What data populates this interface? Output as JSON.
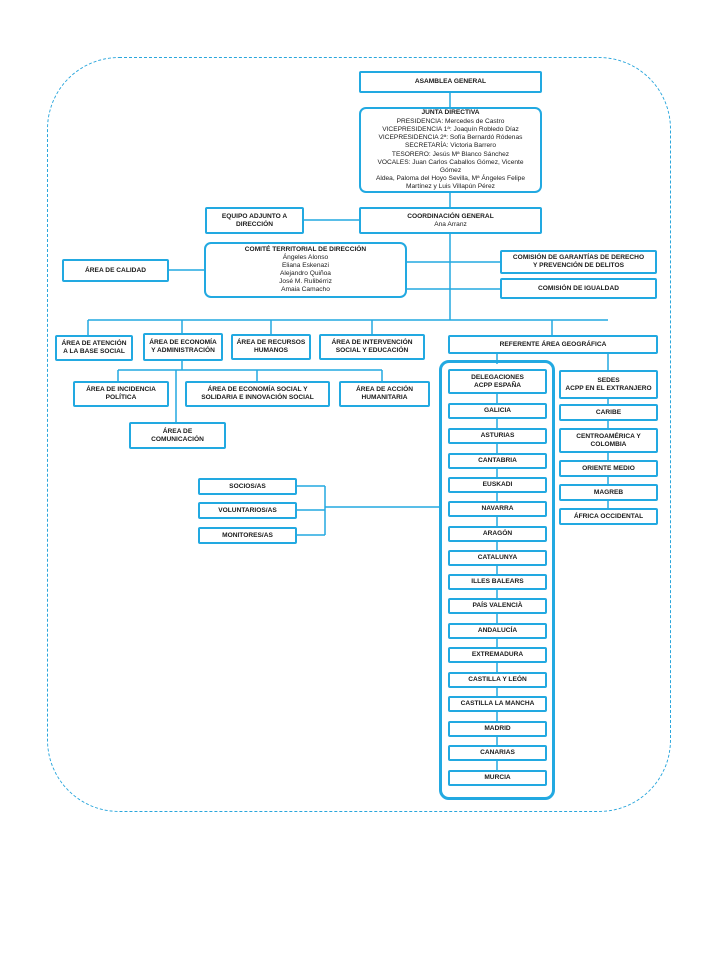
{
  "asamblea": {
    "title": "ASAMBLEA GENERAL"
  },
  "junta": {
    "title": "JUNTA DIRECTIVA",
    "lines": [
      "PRESIDENCIA: Mercedes de Castro",
      "VICEPRESIDENCIA 1ª: Joaquín Robledo Díaz",
      "VICEPRESIDENCIA 2ª: Sofía Bernardó Ródenas",
      "SECRETARÍA: Victoria Barrero",
      "TESORERO: Jesús Mª Blanco Sánchez",
      "VOCALES: Juan Carlos Caballos Gómez, Vicente Gómez",
      "Aldea, Paloma del Hoyo Sevilla, Mª Ángeles Felipe",
      "Martínez y Luis Villapún Pérez"
    ]
  },
  "equipo": {
    "line1": "EQUIPO ADJUNTO A",
    "line2": "DIRECCIÓN"
  },
  "coordinacion": {
    "title": "COORDINACIÓN GENERAL",
    "name": "Ana Arranz"
  },
  "calidad": {
    "title": "ÁREA DE CALIDAD"
  },
  "comite": {
    "title": "COMITÉ TERRITORIAL DE DIRECCIÓN",
    "lines": [
      "Ángeles Alonso",
      "Eliana Eskenazi",
      "Alejandro Quiñoa",
      "José M. Rulibérriz",
      "Amaia Camacho"
    ]
  },
  "garantias": {
    "line1": "COMISIÓN DE GARANTÍAS DE DERECHO",
    "line2": "Y PREVENCIÓN DE DELITOS"
  },
  "igualdad": {
    "title": "COMISIÓN DE IGUALDAD"
  },
  "areas": {
    "atencion": {
      "line1": "ÁREA  DE ATENCIÓN",
      "line2": "A LA BASE SOCIAL"
    },
    "economia": {
      "line1": "ÁREA  DE ECONOMÍA",
      "line2": "Y ADMINISTRACIÓN"
    },
    "recursos": {
      "line1": "ÁREA DE RECURSOS",
      "line2": "HUMANOS"
    },
    "intervencion": {
      "line1": "ÁREA DE INTERVENCIÓN",
      "line2": "SOCIAL Y EDUCACIÓN"
    },
    "incidencia": {
      "line1": "ÁREA DE INCIDENCIA",
      "line2": "POLÍTICA"
    },
    "economia_social": {
      "line1": "ÁREA DE ECONOMÍA SOCIAL Y",
      "line2": "SOLIDARIA E INNOVACIÓN SOCIAL"
    },
    "accion": {
      "line1": "ÁREA DE ACCIÓN",
      "line2": "HUMANITARIA"
    },
    "comunicacion": {
      "line1": "ÁREA DE",
      "line2": "COMUNICACIÓN"
    }
  },
  "referente": {
    "title": "REFERENTE ÁREA  GEOGRÁFICA"
  },
  "delegaciones": {
    "line1": "DELEGACIONES",
    "line2": "ACPP ESPAÑA"
  },
  "regiones": [
    "GALICIA",
    "ASTURIAS",
    "CANTABRIA",
    "EUSKADI",
    "NAVARRA",
    "ARAGÓN",
    "CATALUNYA",
    "ILLES BALEARS",
    "PAÍS VALENCIÀ",
    "ANDALUCÍA",
    "EXTREMADURA",
    "CASTILLA Y LEÓN",
    "CASTILLA LA MANCHA",
    "MADRID",
    "CANARIAS",
    "MURCIA"
  ],
  "sedes": {
    "line1": "SEDES",
    "line2": "ACPP EN EL EXTRANJERO"
  },
  "extranjero": [
    "CARIBE",
    "CENTROAMÉRICA Y COLOMBIA",
    "ORIENTE MEDIO",
    "MAGREB",
    "ÁFRICA OCCIDENTAL"
  ],
  "miembros": [
    "SOCIOS/AS",
    "VOLUNTARIOS/AS",
    "MONITORES/AS"
  ],
  "colors": {
    "accent": "#22a9e1",
    "text": "#1a1a1a"
  }
}
